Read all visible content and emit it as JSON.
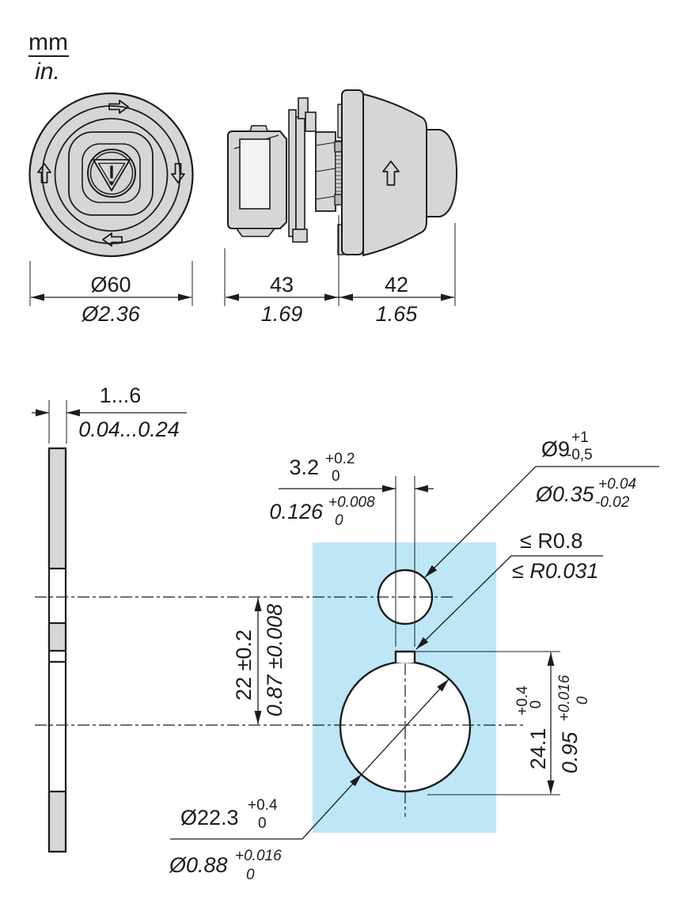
{
  "units": {
    "metric": "mm",
    "imperial": "in."
  },
  "front_view": {
    "diameter_mm": "Ø60",
    "diameter_in": "Ø2.36"
  },
  "side_view": {
    "body_length_mm": "43",
    "body_length_in": "1.69",
    "head_length_mm": "42",
    "head_length_in": "1.65"
  },
  "panel_cutout": {
    "panel_thickness": {
      "mm": "1...6",
      "in": "0.04...0.24"
    },
    "slot_width": {
      "mm": "3.2",
      "mm_plus": "+0.2",
      "mm_minus": "0",
      "in": "0.126",
      "in_plus": "+0.008",
      "in_minus": "0"
    },
    "small_hole_diameter": {
      "mm": "Ø9",
      "mm_plus": "+1",
      "mm_minus": "-0,5",
      "in": "Ø0.35",
      "in_plus": "+0.04",
      "in_minus": "-0.02"
    },
    "corner_radius": {
      "mm": "≤ R0.8",
      "in": "≤ R0.031"
    },
    "hole_center_distance": {
      "mm": "22 ±0.2",
      "in": "0.87 ±0.008"
    },
    "cutout_total_height": {
      "mm": "24.1",
      "mm_plus": "+0.4",
      "mm_minus": "0",
      "in": "0.95",
      "in_plus": "+0.016",
      "in_minus": "0"
    },
    "main_hole_diameter": {
      "mm": "Ø22.3",
      "mm_plus": "+0.4",
      "mm_minus": "0",
      "in": "Ø0.88",
      "in_plus": "+0.016",
      "in_minus": "0"
    }
  },
  "colors": {
    "line": "#1c1c1c",
    "body_gray": "#d6d6d9",
    "panel_blue": "#bde7f6",
    "background": "#ffffff"
  }
}
